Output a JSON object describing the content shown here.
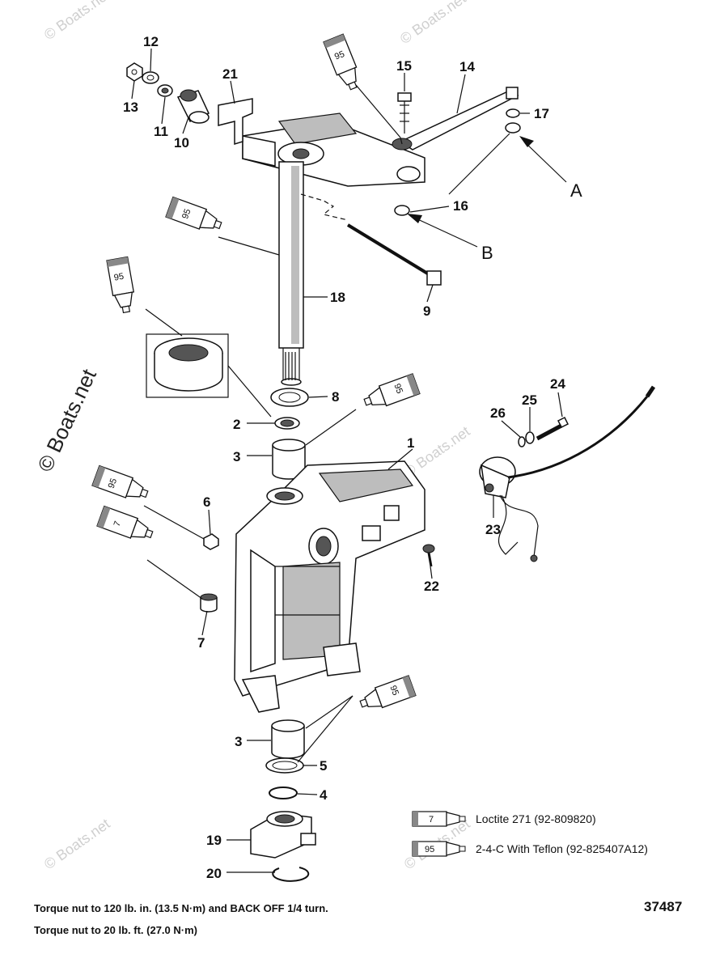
{
  "watermarks": {
    "brand_small": "© Boats.net",
    "brand_vertical": "© Boats.net"
  },
  "callouts": [
    "1",
    "2",
    "3",
    "3",
    "4",
    "5",
    "6",
    "7",
    "8",
    "9",
    "10",
    "11",
    "12",
    "13",
    "14",
    "15",
    "16",
    "17",
    "18",
    "19",
    "20",
    "21",
    "22",
    "23",
    "24",
    "25",
    "26"
  ],
  "view_letters": [
    "A",
    "B"
  ],
  "sealant_tubes": [
    "95",
    "95",
    "95",
    "95",
    "7",
    "95",
    "95",
    "95"
  ],
  "legend": {
    "items": [
      {
        "tube_number": "7",
        "text": "Loctite 271 (92-809820)"
      },
      {
        "tube_number": "95",
        "text": "2-4-C  With Teflon (92-825407A12)"
      }
    ]
  },
  "notes": [
    "Torque nut to 120 lb. in. (13.5 N·m) and BACK OFF 1/4 turn.",
    "Torque nut to 20 lb. ft. (27.0 N·m)"
  ],
  "document_number": "37487",
  "colors": {
    "ink": "#111111",
    "watermark": "#cfcfcf",
    "shade": "#bdbdbd"
  }
}
